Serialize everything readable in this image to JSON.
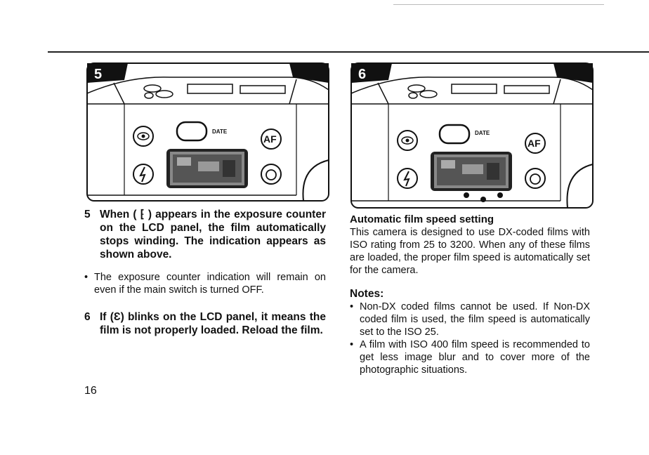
{
  "figures": {
    "left": {
      "number": "5",
      "date_label": "DATE",
      "af_label": "AF"
    },
    "right": {
      "number": "6",
      "date_label": "DATE",
      "af_label": "AF"
    }
  },
  "left_col": {
    "step5_number": "5",
    "step5_text": "When ( ⁅ ) appears in the exposure counter on the LCD panel, the film automatically stops winding. The indication appears as shown above.",
    "bullet1": "The exposure counter indication will remain on even if the main switch is turned OFF.",
    "step6_number": "6",
    "step6_text": "If (Ɛ) blinks on the LCD panel, it means the film is not properly loaded. Reload the film."
  },
  "right_col": {
    "heading": "Automatic film speed setting",
    "paragraph": "This camera is designed to use DX-coded films with ISO rating from 25 to 3200. When any of these films are loaded, the proper film speed is automatically set for the camera.",
    "notes_heading": "Notes:",
    "notes": [
      "Non-DX coded films cannot be used. If Non-DX coded film is used, the film speed is automatically set to the ISO 25.",
      "A film with ISO 400 film speed is recommended to get less image blur and to cover more of the photographic situations."
    ]
  },
  "page_number": "16"
}
